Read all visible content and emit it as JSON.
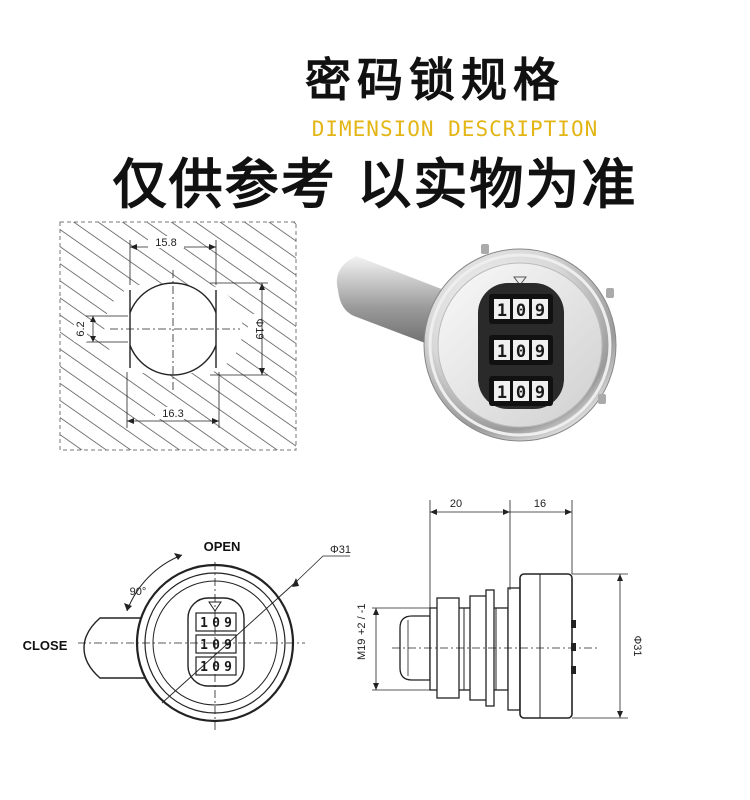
{
  "header": {
    "title_cn": "密码锁规格",
    "title_en": "DIMENSION DESCRIPTION",
    "note": "仅供参考  以实物为准"
  },
  "cutout_drawing": {
    "width_top": "15.8",
    "width_bottom": "16.3",
    "height": "Φ19",
    "flat": "6.2"
  },
  "product_photo": {
    "dials": [
      "1",
      "0",
      "9"
    ]
  },
  "front_view": {
    "open_label": "OPEN",
    "close_label": "CLOSE",
    "angle_label": "90°",
    "diameter_label": "Φ31",
    "dials": [
      "1",
      "0",
      "9"
    ]
  },
  "side_view": {
    "length_label": "20",
    "head_label": "16",
    "diameter_label": "Φ31",
    "thread_label": "M19",
    "thread_tol": "+2 / -1"
  },
  "colors": {
    "accent": "#e3b515",
    "line": "#222222",
    "hatch": "#444444"
  }
}
